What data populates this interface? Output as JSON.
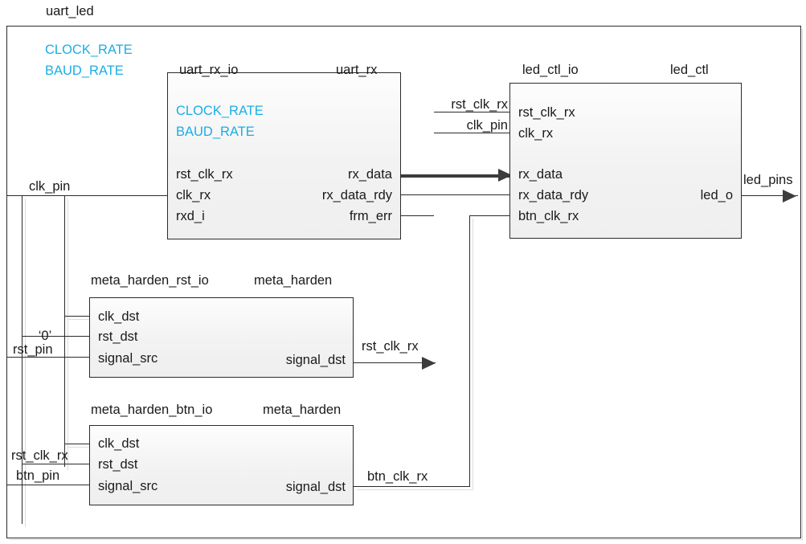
{
  "diagram": {
    "top_title": "uart_led",
    "generics": [
      "CLOCK_RATE",
      "BAUD_RATE"
    ],
    "external_ports": {
      "clk_pin": "clk_pin",
      "rst_pin": "rst_pin",
      "btn_pin": "btn_pin",
      "led_pins": "led_pins",
      "const_zero": "‘0’"
    },
    "accent_color": "#1aaee5",
    "line_color": "#2b2b2b"
  },
  "blocks": [
    {
      "id": "uart_rx_io",
      "instance_label": "uart_rx_io",
      "entity_label": "uart_rx",
      "generics": [
        "CLOCK_RATE",
        "BAUD_RATE"
      ],
      "inputs": [
        "rst_clk_rx",
        "clk_rx",
        "rxd_i"
      ],
      "outputs": [
        "rx_data",
        "rx_data_rdy",
        "frm_err"
      ]
    },
    {
      "id": "led_ctl_io",
      "instance_label": "led_ctl_io",
      "entity_label": "led_ctl",
      "generics": [],
      "inputs": [
        "rst_clk_rx",
        "clk_rx",
        "rx_data",
        "rx_data_rdy",
        "btn_clk_rx"
      ],
      "outputs": [
        "led_o"
      ]
    },
    {
      "id": "meta_harden_rst_io",
      "instance_label": "meta_harden_rst_io",
      "entity_label": "meta_harden",
      "generics": [],
      "inputs": [
        "clk_dst",
        "rst_dst",
        "signal_src"
      ],
      "outputs": [
        "signal_dst"
      ]
    },
    {
      "id": "meta_harden_btn_io",
      "instance_label": "meta_harden_btn_io",
      "entity_label": "meta_harden",
      "generics": [],
      "inputs": [
        "clk_dst",
        "rst_dst",
        "signal_src"
      ],
      "outputs": [
        "signal_dst"
      ]
    }
  ],
  "signal_labels": {
    "led_ctl_rst": "rst_clk_rx",
    "led_ctl_clk": "clk_pin",
    "rst_harden_out": "rst_clk_rx",
    "btn_harden_out": "btn_clk_rx",
    "btn_harden_rst_in": "rst_clk_rx"
  }
}
